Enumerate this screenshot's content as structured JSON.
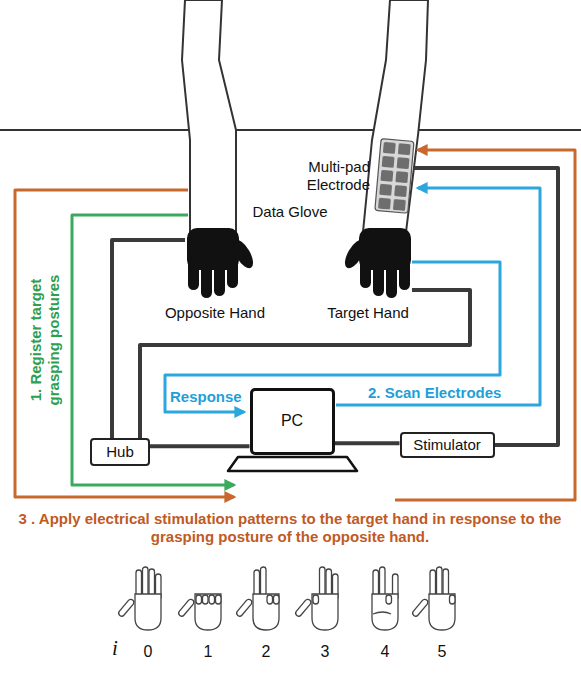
{
  "diagram": {
    "nodes": [
      {
        "text": [
          "Hub"
        ]
      },
      {
        "text": [
          "PC"
        ]
      },
      {
        "text": [
          "Stimulator"
        ]
      }
    ],
    "edges": [
      {
        "from": 0,
        "to": 1,
        "arrow": "none"
      },
      {
        "from": 1,
        "to": 2,
        "arrow": "none"
      }
    ],
    "labels": [
      "Multi-pad Electrode",
      "Data Glove",
      "Opposite Hand",
      "Target Hand",
      "1. Register target grasping postures",
      "Response",
      "2. Scan Electrodes",
      "3 . Apply electrical stimulation patterns to the target hand in response to the grasping posture of the opposite hand.",
      "i",
      "0",
      "1",
      "2",
      "3",
      "4",
      "5"
    ]
  }
}
